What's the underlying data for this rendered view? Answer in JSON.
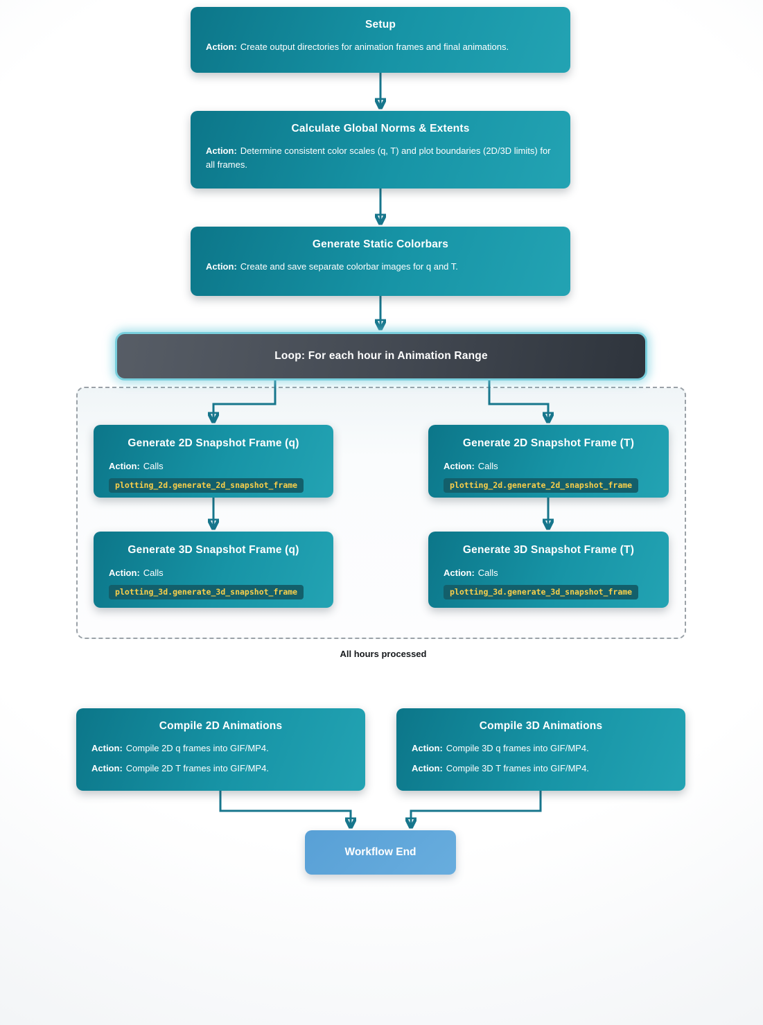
{
  "diagram": {
    "nodes": {
      "setup": {
        "title": "Setup",
        "action_label": "Action:",
        "action_text": "Create output directories for animation frames and final animations."
      },
      "norms": {
        "title": "Calculate Global Norms & Extents",
        "action_label": "Action:",
        "action_text": "Determine consistent color scales (q, T) and plot boundaries (2D/3D limits) for all frames."
      },
      "colorbars": {
        "title": "Generate Static Colorbars",
        "action_label": "Action:",
        "action_text": "Create and save separate colorbar images for q and T."
      },
      "loop": {
        "title": "Loop: For each hour in Animation Range"
      },
      "gen2d_q": {
        "title": "Generate 2D Snapshot Frame (q)",
        "action_label": "Action:",
        "action_text": "Calls",
        "code": "plotting_2d.generate_2d_snapshot_frame"
      },
      "gen2d_t": {
        "title": "Generate 2D Snapshot Frame (T)",
        "action_label": "Action:",
        "action_text": "Calls",
        "code": "plotting_2d.generate_2d_snapshot_frame"
      },
      "gen3d_q": {
        "title": "Generate 3D Snapshot Frame (q)",
        "action_label": "Action:",
        "action_text": "Calls",
        "code": "plotting_3d.generate_3d_snapshot_frame"
      },
      "gen3d_t": {
        "title": "Generate 3D Snapshot Frame (T)",
        "action_label": "Action:",
        "action_text": "Calls",
        "code": "plotting_3d.generate_3d_snapshot_frame"
      },
      "compile2d": {
        "title": "Compile 2D Animations",
        "actions": [
          {
            "label": "Action:",
            "text": "Compile 2D q frames into GIF/MP4."
          },
          {
            "label": "Action:",
            "text": "Compile 2D T frames into GIF/MP4."
          }
        ]
      },
      "compile3d": {
        "title": "Compile 3D Animations",
        "actions": [
          {
            "label": "Action:",
            "text": "Compile 3D q frames into GIF/MP4."
          },
          {
            "label": "Action:",
            "text": "Compile 3D T frames into GIF/MP4."
          }
        ]
      },
      "end": {
        "title": "Workflow End"
      }
    },
    "edge_labels": {
      "loop_exit": "All hours processed"
    },
    "colors": {
      "node_teal_dark": "#0c7689",
      "node_teal_light": "#23a3b3",
      "loop_slate_dark": "#2e343c",
      "loop_slate_light": "#575d66",
      "loop_border_cyan": "#79cfdd",
      "arrow_teal": "#17768c",
      "code_text_gold": "#f9cf4a",
      "code_bg_teal": "#135f6b",
      "end_blue": "#5ea7dc",
      "dashed_border_gray": "#9aa1a7"
    }
  }
}
